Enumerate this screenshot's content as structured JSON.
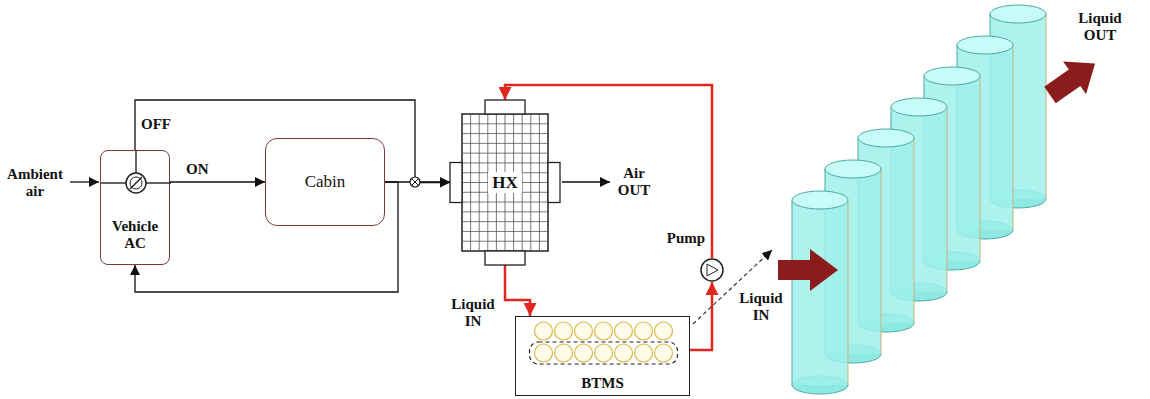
{
  "diagram": {
    "nodes": [
      {
        "text": [
          "Vehicle AC"
        ]
      },
      {
        "text": [
          "Cabin"
        ]
      },
      {
        "text": [
          "HX"
        ]
      },
      {
        "text": [
          "BTMS"
        ]
      },
      {
        "text": [
          "Pump"
        ]
      }
    ],
    "edges": [
      {
        "from": 0,
        "to": 1,
        "label": "ON",
        "arrow": "to"
      },
      {
        "from": 0,
        "to": 2,
        "label": "OFF",
        "arrow": "to"
      },
      {
        "from": 1,
        "to": 2,
        "arrow": "to"
      },
      {
        "from": 1,
        "to": 0,
        "arrow": "to"
      },
      {
        "from": 2,
        "to": 3,
        "label": "Liquid IN",
        "arrow": "to"
      },
      {
        "from": 3,
        "to": 4,
        "arrow": "to"
      },
      {
        "from": 4,
        "to": 2,
        "arrow": "to"
      }
    ],
    "labels": [
      "Ambient air",
      "Air OUT",
      "Liquid IN",
      "Liquid OUT"
    ]
  }
}
